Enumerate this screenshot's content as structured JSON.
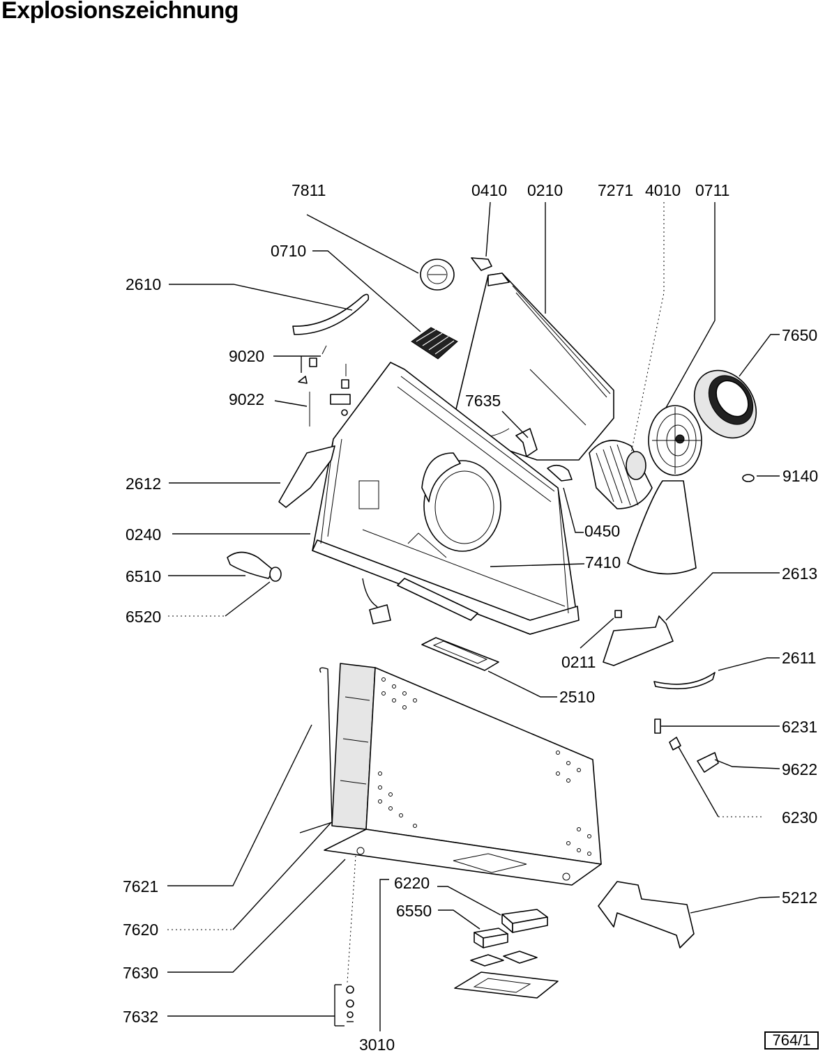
{
  "title": "Explosionszeichnung",
  "page_ref": "764/1",
  "labels": {
    "p7811": "7811",
    "p0410": "0410",
    "p0210": "0210",
    "p7271": "7271",
    "p4010": "4010",
    "p0711": "0711",
    "p0710": "0710",
    "p2610": "2610",
    "p7650": "7650",
    "p9020": "9020",
    "p9022": "9022",
    "p7635": "7635",
    "p2612": "2612",
    "p9140": "9140",
    "p0450": "0450",
    "p0240": "0240",
    "p7410": "7410",
    "p6510": "6510",
    "p2613": "2613",
    "p6520": "6520",
    "p0211": "0211",
    "p2611": "2611",
    "p2510": "2510",
    "p6231": "6231",
    "p9622": "9622",
    "p6230": "6230",
    "p7621": "7621",
    "p6220": "6220",
    "p5212": "5212",
    "p6550": "6550",
    "p7620": "7620",
    "p7630": "7630",
    "p7632": "7632",
    "p3010": "3010"
  }
}
